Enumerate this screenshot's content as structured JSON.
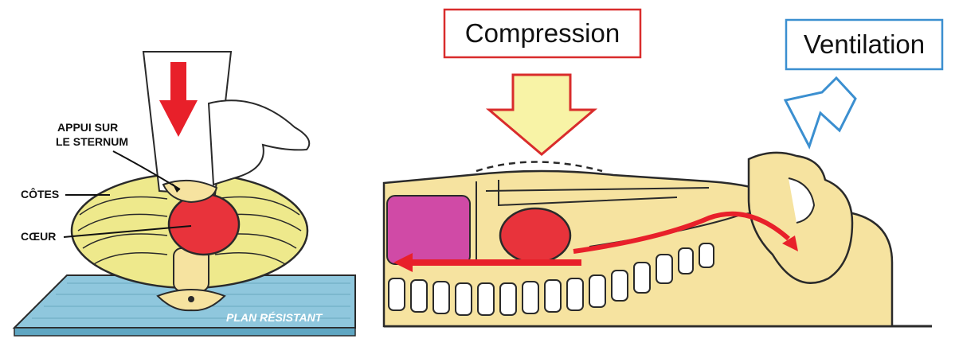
{
  "left_figure": {
    "labels": {
      "appui": [
        "APPUI SUR",
        "LE STERNUM"
      ],
      "cotes": "CÔTES",
      "coeur": "CŒUR",
      "plan": "PLAN RÉSISTANT"
    }
  },
  "right_figure": {
    "compression_label": "Compression",
    "ventilation_label": "Ventilation"
  },
  "colors": {
    "arrow_red": "#e8202a",
    "heart_red": "#e8333b",
    "bone_yellow": "#f6e3a0",
    "rib_yellow": "#eee98c",
    "outline": "#2a2a2a",
    "plan_blue": "#8fc7dd",
    "compression_box": "#d92c2c",
    "ventilation_box": "#3b8fd0",
    "compression_arrow_fill": "#f8f3a6",
    "ventilation_arrow_stroke": "#3b8fd0",
    "abdomen_magenta": "#d04aa6"
  }
}
